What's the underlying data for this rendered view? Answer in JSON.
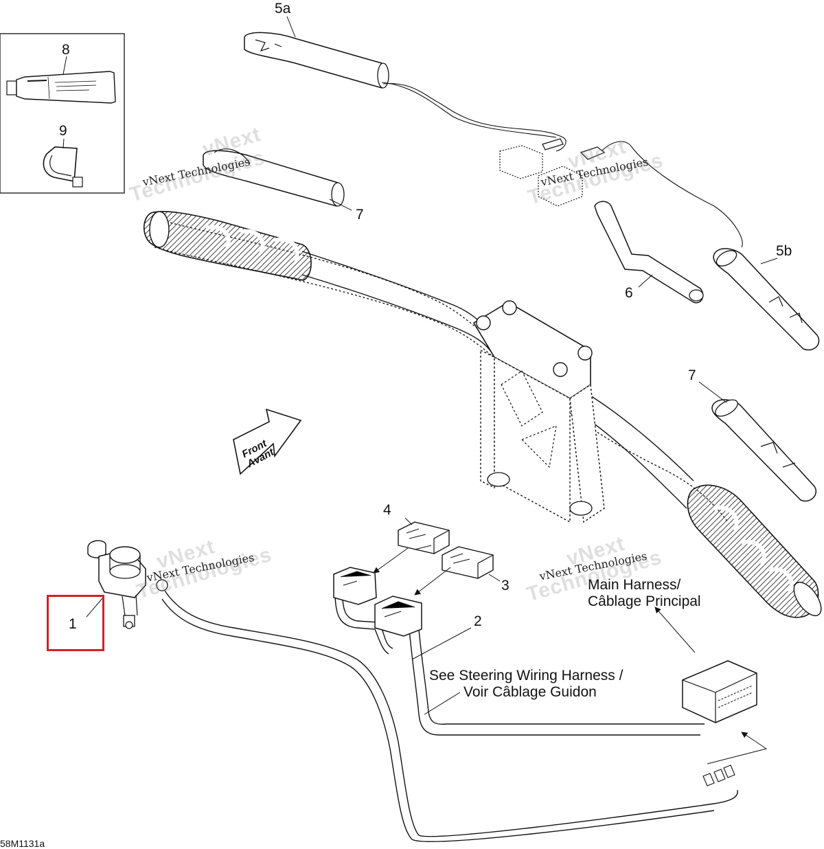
{
  "diagram": {
    "callouts": {
      "c1": "1",
      "c2": "2",
      "c3": "3",
      "c4": "4",
      "c5a": "5a",
      "c5b": "5b",
      "c6": "6",
      "c7a": "7",
      "c7b": "7",
      "c8": "8",
      "c9": "9"
    },
    "notes": {
      "main_harness_line1": "Main Harness/",
      "main_harness_line2": "Câblage Principal",
      "steering_line1": "See Steering Wiring Harness /",
      "steering_line2": "Voir Câblage Guidon"
    },
    "direction_arrow": {
      "line1": "Front",
      "line2": "Avant"
    },
    "watermarks": {
      "small": "vNext Technologies",
      "big_line1": "vNext",
      "big_line2": "Technologies"
    },
    "figure_ref": "58M1131a",
    "colors": {
      "line": "#111111",
      "highlight": "#d42020",
      "watermark": "#8c8c8c"
    }
  }
}
